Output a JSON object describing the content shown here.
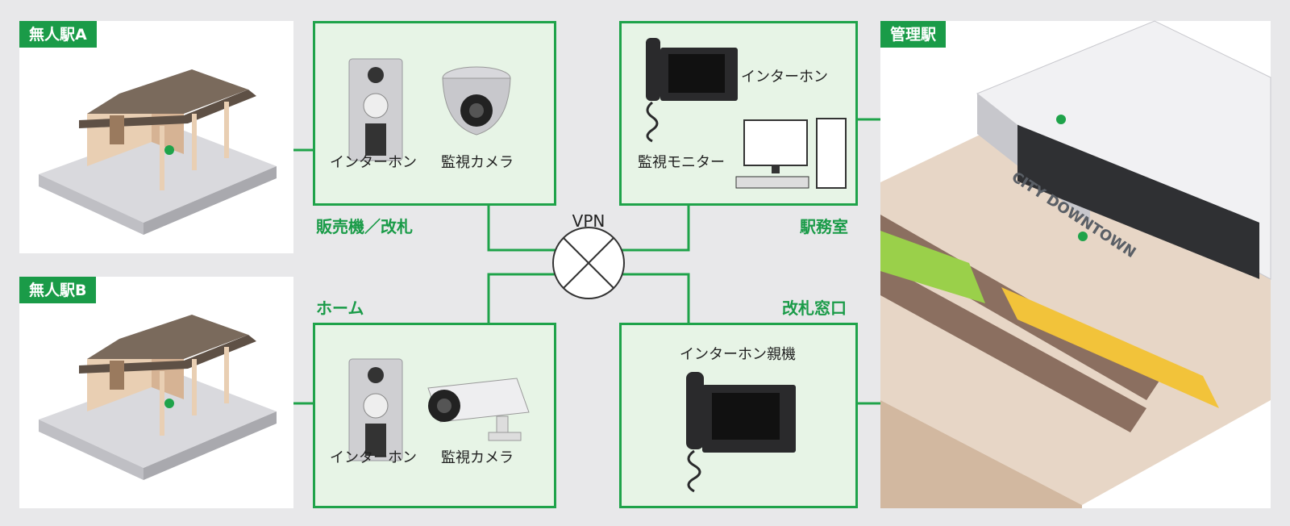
{
  "stations": {
    "a_label": "無人駅A",
    "b_label": "無人駅B",
    "hq_label": "管理駅",
    "hq_sign": "CITY DOWNTOWN"
  },
  "boxes": {
    "ticket": {
      "label": "販売機／改札",
      "devices": [
        "インターホン",
        "監視カメラ"
      ]
    },
    "home": {
      "label": "ホーム",
      "devices": [
        "インターホン",
        "監視カメラ"
      ]
    },
    "office": {
      "label": "駅務室",
      "devices": [
        "インターホン",
        "監視モニター"
      ]
    },
    "window": {
      "label": "改札窓口",
      "devices": [
        "インターホン親機"
      ]
    }
  },
  "network": {
    "label": "VPN"
  },
  "colors": {
    "accent": "#1fa34a",
    "box_fill": "#e7f4e6",
    "background": "#e8e8ea"
  },
  "icons": [
    "station-shelter",
    "door-intercom",
    "dome-camera",
    "bullet-camera",
    "monitor-intercom",
    "desktop-pc",
    "isometric-station"
  ]
}
